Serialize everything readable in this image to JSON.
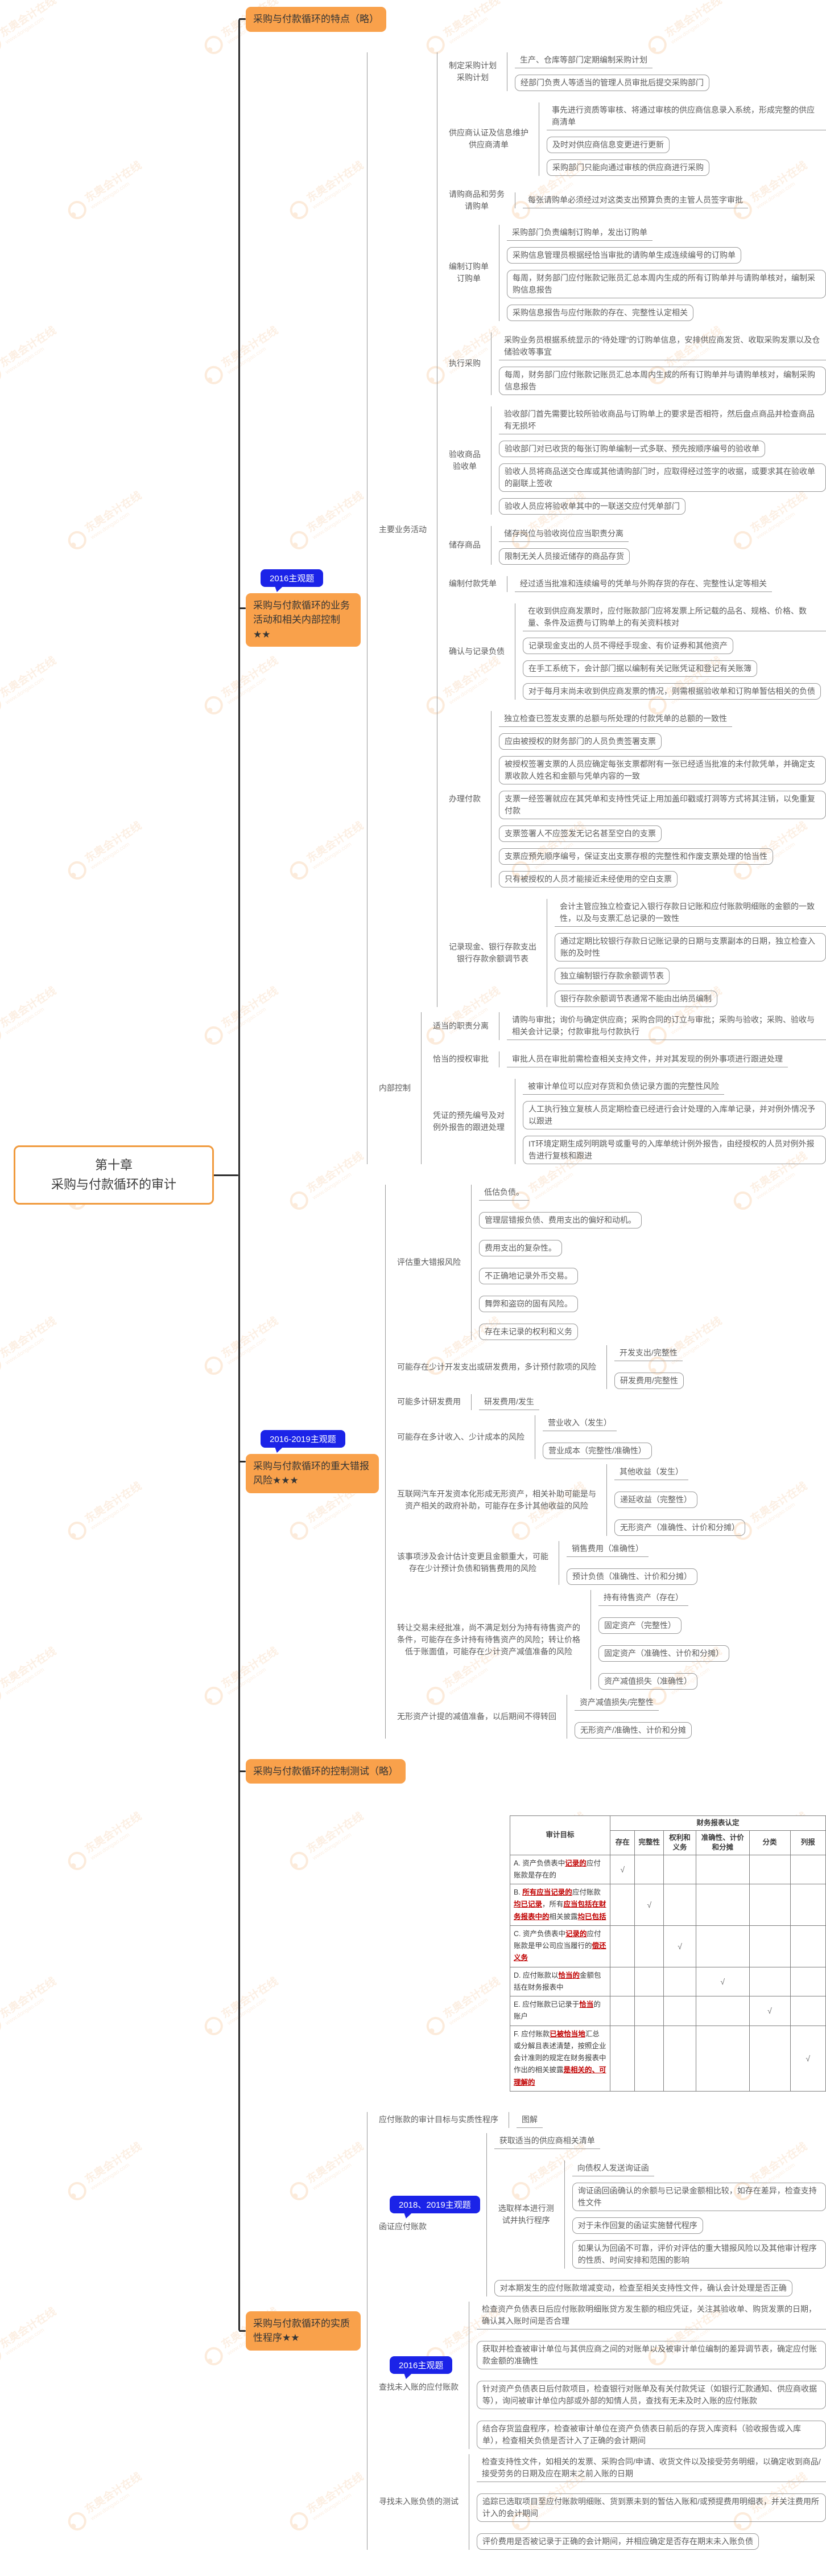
{
  "meta": {
    "title_line1": "第十章",
    "title_line2": "采购与付款循环的审计"
  },
  "watermark": {
    "brand": "东奥会计在线",
    "url": "www.dongao.com"
  },
  "colors": {
    "orange": "#F9A14B",
    "blue": "#1B23E8",
    "trunk": "#2B2B2B",
    "tree_line": "#9A9A9A",
    "text": "#5B5B5B",
    "red": "#C00000"
  },
  "branches": [
    {
      "label": "采购与付款循环的特点（略）",
      "pill": true
    },
    {
      "label": "采购与付款循环的业务活动和相关内部控制★★",
      "pill": false,
      "bubble": "2016主观题",
      "kids": [
        {
          "label": "主要业务活动",
          "kids": [
            {
              "label": "制定采购计划\n采购计划",
              "kids": [
                "生产、仓库等部门定期编制采购计划",
                "经部门负责人等适当的管理人员审批后提交采购部门"
              ]
            },
            {
              "label": "供应商认证及信息维护\n供应商清单",
              "kids": [
                "事先进行资质等审核、将通过审核的供应商信息录入系统，形成完整的供应商清单",
                "及时对供应商信息变更进行更新",
                "采购部门只能向通过审核的供应商进行采购"
              ]
            },
            {
              "label": "请购商品和劳务\n请购单",
              "kids": [
                "每张请购单必须经过对这类支出预算负责的主管人员签字审批"
              ]
            },
            {
              "label": "编制订购单\n订购单",
              "kids": [
                "采购部门负责编制订购单，发出订购单",
                "采购信息管理员根据经恰当审批的请购单生成连续编号的订购单",
                "每周，财务部门应付账款记账员汇总本周内生成的所有订购单并与请购单核对，编制采购信息报告",
                "采购信息报告与应付账款的存在、完整性认定相关"
              ]
            },
            {
              "label": "执行采购",
              "kids": [
                "采购业务员根据系统显示的“待处理”的订购单信息，安排供应商发货、收取采购发票以及仓储验收等事宜",
                "每周，财务部门应付账款记账员汇总本周内生成的所有订购单并与请购单核对，编制采购信息报告"
              ]
            },
            {
              "label": "验收商品\n验收单",
              "kids": [
                "验收部门首先需要比较所验收商品与订购单上的要求是否相符，然后盘点商品并检查商品有无损坏",
                "验收部门对已收货的每张订购单编制一式多联、预先按顺序编号的验收单",
                "验收人员将商品送交仓库或其他请购部门时，应取得经过签字的收据，或要求其在验收单的副联上签收",
                "验收人员应将验收单其中的一联送交应付凭单部门"
              ]
            },
            {
              "label": "储存商品",
              "kids": [
                "储存岗位与验收岗位应当职责分离",
                "限制无关人员接近储存的商品存货"
              ]
            },
            {
              "label": "编制付款凭单",
              "kids": [
                "经过适当批准和连续编号的凭单与外购存货的存在、完整性认定等相关"
              ]
            },
            {
              "label": "确认与记录负债",
              "kids": [
                "在收到供应商发票时，应付账款部门应将发票上所记载的品名、规格、价格、数量、条件及运费与订购单上的有关资料核对",
                "记录现金支出的人员不得经手现金、有价证券和其他资产",
                "在手工系统下，会计部门据以编制有关记账凭证和登记有关账簿",
                "对于每月末尚未收到供应商发票的情况，则需根据验收单和订购单暂估相关的负债"
              ]
            },
            {
              "label": "办理付款",
              "kids": [
                "独立检查已签发支票的总额与所处理的付款凭单的总额的一致性",
                "应由被授权的财务部门的人员负责签署支票",
                "被授权签署支票的人员应确定每张支票都附有一张已经适当批准的未付款凭单，并确定支票收款人姓名和金额与凭单内容的一致",
                "支票一经签署就应在其凭单和支持性凭证上用加盖印戳或打洞等方式将其注销，以免重复付款",
                "支票签署人不应签发无记名甚至空白的支票",
                "支票应预先顺序编号，保证支出支票存根的完整性和作废支票处理的恰当性",
                "只有被授权的人员才能接近未经使用的空白支票"
              ]
            },
            {
              "label": "记录现金、银行存款支出\n银行存款余额调节表",
              "kids": [
                "会计主管应独立检查记入银行存款日记账和应付账款明细账的金额的一致性，以及与支票汇总记录的一致性",
                "通过定期比较银行存款日记账记录的日期与支票副本的日期，独立检查入账的及时性",
                "独立编制银行存款余额调节表",
                "银行存款余额调节表通常不能由出纳员编制"
              ]
            }
          ]
        },
        {
          "label": "内部控制",
          "kids": [
            {
              "label": "适当的职责分离",
              "kids": [
                "请购与审批；询价与确定供应商；采购合同的订立与审批；采购与验收；采购、验收与相关会计记录；付款审批与付款执行"
              ]
            },
            {
              "label": "恰当的授权审批",
              "kids": [
                "审批人员在审批前需检查相关支持文件，并对其发现的例外事项进行跟进处理"
              ]
            },
            {
              "label": "凭证的预先编号及对\n例外报告的跟进处理",
              "kids": [
                "被审计单位可以应对存货和负债记录方面的完整性风险",
                "人工执行独立复核人员定期检查已经进行会计处理的入库单记录，并对例外情况予以跟进",
                "IT环境定期生成列明跳号或重号的入库单统计例外报告，由经授权的人员对例外报告进行复核和跟进"
              ]
            }
          ]
        }
      ]
    },
    {
      "label": "采购与付款循环的重大错报风险★★★",
      "pill": false,
      "bubble": "2016-2019主观题",
      "kids": [
        {
          "label": "评估重大错报风险",
          "kids": [
            "低估负债。",
            "管理层错报负债、费用支出的偏好和动机。",
            "费用支出的复杂性。",
            "不正确地记录外币交易。",
            "舞弊和盗窃的固有风险。",
            "存在未记录的权利和义务"
          ]
        },
        {
          "label": "可能存在少计开发支出或研发费用，多计预付款项的风险",
          "kids": [
            "开发支出/完整性",
            "研发费用/完整性"
          ]
        },
        {
          "label": "可能多计研发费用",
          "kids": [
            "研发费用/发生"
          ]
        },
        {
          "label": "可能存在多计收入、少计成本的风险",
          "kids": [
            "营业收入（发生）",
            "营业成本（完整性/准确性）"
          ]
        },
        {
          "label": "互联网汽车开发资本化形成无形资产，相关补助可能是与\n资产相关的政府补助，可能存在多计其他收益的风险",
          "kids": [
            "其他收益（发生）",
            "递延收益（完整性）",
            "无形资产（准确性、计价和分摊）"
          ]
        },
        {
          "label": "该事项涉及会计估计变更且金额重大，可能\n存在少计预计负债和销售费用的风险",
          "kids": [
            "销售费用（准确性）",
            "预计负债（准确性、计价和分摊）"
          ]
        },
        {
          "label": "转让交易未经批准，尚不满足划分为持有待售资产的\n条件，可能存在多计持有待售资产的风险；转让价格\n低于账面值，可能存在少计资产减值准备的风险",
          "kids": [
            "持有待售资产（存在）",
            "固定资产（完整性）",
            "固定资产（准确性、计价和分摊）",
            "资产减值损失（准确性）"
          ]
        },
        {
          "label": "无形资产计提的减值准备，以后期间不得转回",
          "kids": [
            "资产减值损失/完整性",
            "无形资产/准确性、计价和分摊"
          ]
        }
      ]
    },
    {
      "label": "采购与付款循环的控制测试（略）",
      "pill": true
    },
    {
      "label": "采购与付款循环的实质性程序★★",
      "pill": false,
      "kids": [
        {
          "label": "应付账款的审计目标与实质性程序",
          "kids": [
            "图解"
          ]
        },
        {
          "label": "函证应付账款",
          "bubble": "2018、2019主观题",
          "kids": [
            "获取适当的供应商相关清单",
            {
              "label": "选取样本进行测\n试并执行程序",
              "kids": [
                "向债权人发送询证函",
                "询证函回函确认的余额与已记录金额相比较，如存在差异，检查支持性文件",
                "对于未作回复的函证实施替代程序",
                "如果认为回函不可靠，评价对评估的重大错报风险以及其他审计程序的性质、时间安排和范围的影响"
              ]
            },
            "对本期发生的应付账款增减变动，检查至相关支持性文件，确认会计处理是否正确"
          ]
        },
        {
          "label": "查找未入账的应付账款",
          "bubble": "2016主观题",
          "kids": [
            "检查资产负债表日后应付账款明细账贷方发生额的相应凭证，关注其验收单、购货发票的日期，确认其入账时间是否合理",
            "获取并检查被审计单位与其供应商之间的对账单以及被审计单位编制的差异调节表，确定应付账款金额的准确性",
            "针对资产负债表日后付款项目，检查银行对账单及有关付款凭证（如银行汇款通知、供应商收据等），询问被审计单位内部或外部的知情人员，查找有无未及时入账的应付账款",
            "结合存货监盘程序，检查被审计单位在资产负债表日前后的存货入库资料（验收报告或入库单），检查相关负债是否计入了正确的会计期间"
          ]
        },
        {
          "label": "寻找未入账负债的测试",
          "kids": [
            "检查支持性文件，如相关的发票、采购合同/申请、收货文件以及接受劳务明细，以确定收到商品/接受劳务的日期及应在期末之前入账的日期",
            "追踪已选取项目至应付账款明细账、货到票未到的暂估入账和/或预提费用明细表，并关注费用所计入的会计期间",
            "评价费用是否被记录于正确的会计期间，并相应确定是否存在期末未入账负债"
          ]
        }
      ]
    }
  ],
  "table": {
    "header_goal": "审计目标",
    "header_group": "财务报表认定",
    "assertions": [
      "存在",
      "完整性",
      "权利和\n义务",
      "准确性、计价\n和分摊",
      "分类",
      "列报"
    ],
    "checkmark": "√",
    "rows": [
      {
        "check": 0,
        "segments": [
          {
            "t": "A. 资产负债表中"
          },
          {
            "t": "记录的",
            "em": true
          },
          {
            "t": "应付账款是存在的"
          }
        ]
      },
      {
        "check": 1,
        "segments": [
          {
            "t": "B. "
          },
          {
            "t": "所有应当记录的",
            "em": true
          },
          {
            "t": "应付账款"
          },
          {
            "t": "均已记录",
            "em": true
          },
          {
            "t": "，所有"
          },
          {
            "t": "应当包括在财务报表中的",
            "em": true
          },
          {
            "t": "相关披露"
          },
          {
            "t": "均已包括",
            "em": true
          }
        ]
      },
      {
        "check": 2,
        "segments": [
          {
            "t": "C. 资产负债表中"
          },
          {
            "t": "记录的",
            "em": true
          },
          {
            "t": "应付账款是甲公司应当履行的"
          },
          {
            "t": "偿还义务",
            "em": true
          }
        ]
      },
      {
        "check": 3,
        "segments": [
          {
            "t": "D. 应付账款以"
          },
          {
            "t": "恰当的",
            "em": true
          },
          {
            "t": "金额包括在财务报表中"
          }
        ]
      },
      {
        "check": 4,
        "segments": [
          {
            "t": "E. 应付账款已记录于"
          },
          {
            "t": "恰当",
            "em": true
          },
          {
            "t": "的账户"
          }
        ]
      },
      {
        "check": 5,
        "segments": [
          {
            "t": "F. 应付账款"
          },
          {
            "t": "已被恰当地",
            "em": true
          },
          {
            "t": "汇总或分解且表述清楚，按照企业会计准则的规定在财务报表中作出的相关披露"
          },
          {
            "t": "是相关的、可理解的",
            "em": true
          }
        ]
      }
    ]
  }
}
